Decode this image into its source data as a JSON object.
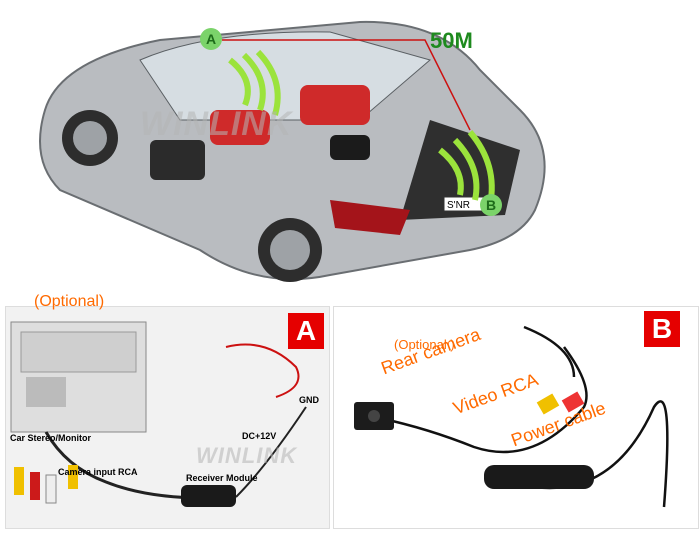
{
  "top": {
    "label_a": "A",
    "label_b": "B",
    "distance": "50M",
    "watermark": "WINLINK",
    "plate": "S'NR"
  },
  "panel_a": {
    "optional": "(Optional)",
    "badge": "A",
    "car_stereo": "Car Stereo/Monitor",
    "camera_input": "Camera input RCA",
    "receiver": "Receiver Module",
    "power": "DC+12V",
    "gnd": "GND",
    "watermark": "WINLINK"
  },
  "panel_b": {
    "badge": "B",
    "optional": "(Optional )",
    "rear_camera": "Rear camera",
    "video_rca": "Video RCA",
    "power_cable": "Power cable"
  },
  "colors": {
    "badge_red": "#e50000",
    "label_orange": "#ff6a00",
    "signal_green": "#1e8a1e"
  }
}
